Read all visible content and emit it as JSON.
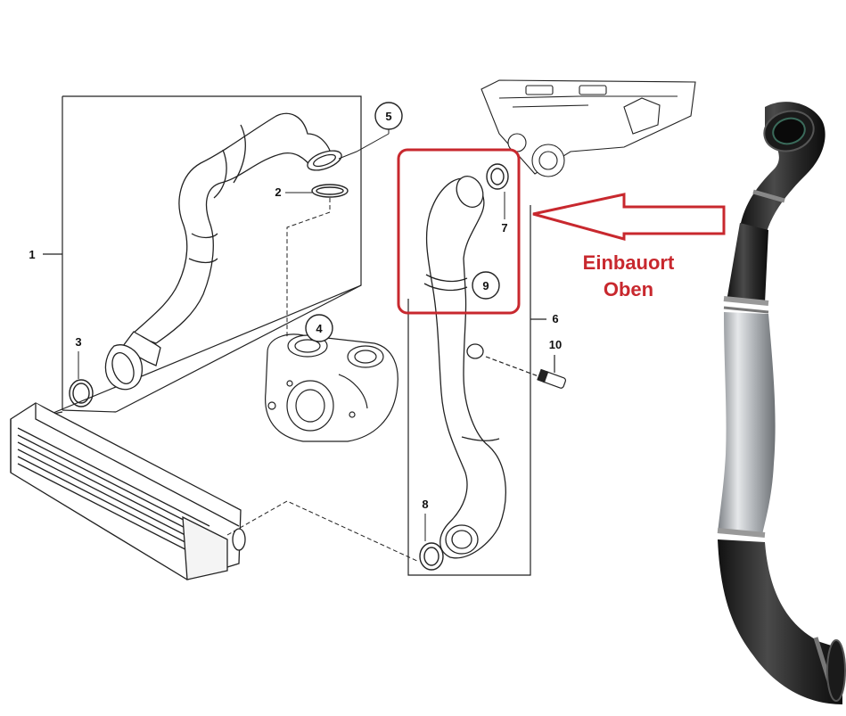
{
  "callouts": {
    "p1": "1",
    "p2": "2",
    "p3": "3",
    "p4": "4",
    "p5": "5",
    "p6": "6",
    "p7": "7",
    "p8": "8",
    "p9": "9",
    "p10": "10"
  },
  "note": {
    "line1": "Einbauort",
    "line2": "Oben"
  },
  "colors": {
    "highlight": "#c8282e",
    "line": "#222222",
    "hose_black": "#2b2b2b",
    "hose_silver": "#b9bcc0"
  },
  "icons": [
    "intercooler",
    "turbocharger",
    "engine-block",
    "charge-air-hose",
    "sensor",
    "seal-ring",
    "arrow-left"
  ]
}
